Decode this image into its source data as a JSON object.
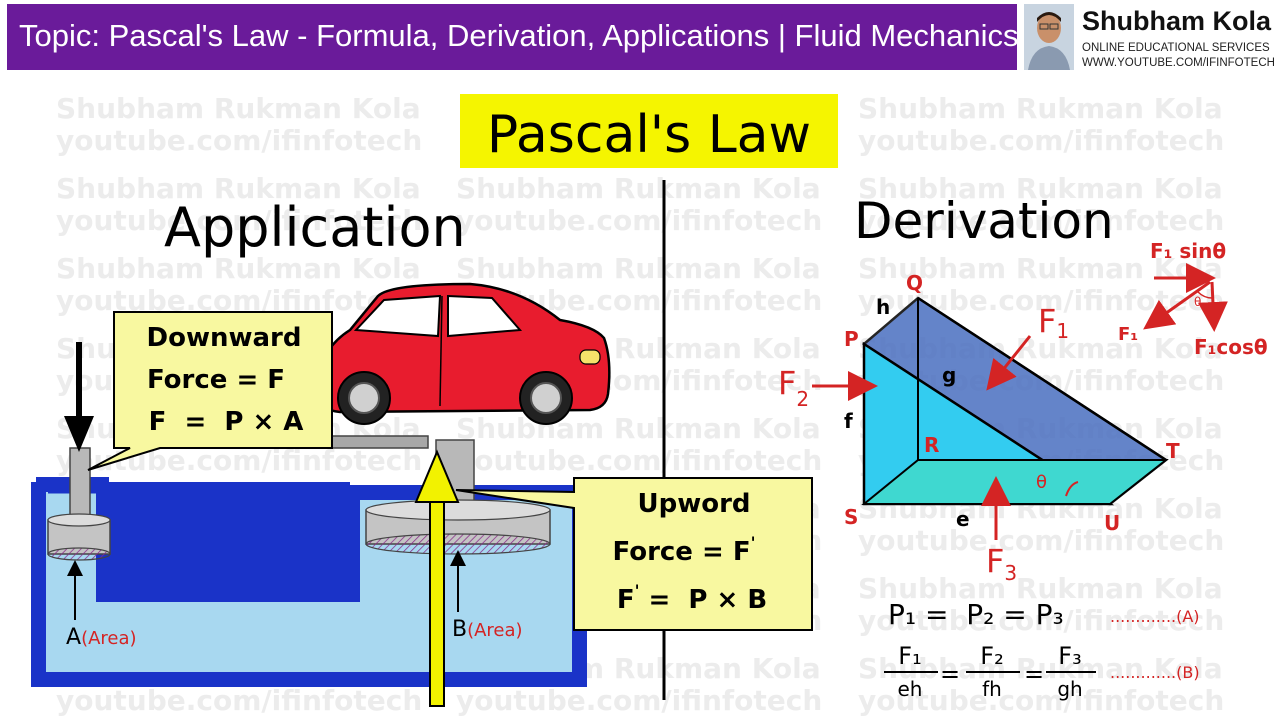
{
  "header": {
    "title": "Topic: Pascal's Law - Formula, Derivation, Applications | Fluid Mechanics",
    "brand_name": "Shubham Kola",
    "brand_tagline": "ONLINE EDUCATIONAL SERVICES",
    "brand_url": "WWW.YOUTUBE.COM/IFINFOTECH"
  },
  "watermark": {
    "line1": "Shubham Rukman Kola",
    "line2": "youtube.com/ifinfotech"
  },
  "main_title": "Pascal's Law",
  "application": {
    "heading": "Application",
    "downward_box": {
      "line1": "Downward",
      "line2": "Force = F",
      "line3": "F  =  P × A"
    },
    "upward_box": {
      "line1": "Upword",
      "line2": "Force = F",
      "line2_sup": "'",
      "line3_pre": "F",
      "line3_sup": "'",
      "line3_post": " =  P × B"
    },
    "label_A": "A",
    "label_A_note": "(Area)",
    "label_B": "B",
    "label_B_note": "(Area)"
  },
  "derivation": {
    "heading": "Derivation",
    "vertices": {
      "P": "P",
      "Q": "Q",
      "R": "R",
      "S": "S",
      "T": "T",
      "U": "U"
    },
    "edges": {
      "h": "h",
      "g": "g",
      "f": "f",
      "e": "e"
    },
    "theta": "θ",
    "forces": {
      "F1": "F",
      "F1_sub": "1",
      "F2": "F",
      "F2_sub": "2",
      "F3": "F",
      "F3_sub": "3"
    },
    "component_labels": {
      "sin": "F₁ sinθ",
      "cos": "F₁cosθ",
      "f1": "F₁",
      "theta": "θ"
    },
    "equations": {
      "eq1": "P₁ =  P₂ = P₃",
      "eq1_tag": ".............(A)",
      "frac1_num": "F₁",
      "frac1_den": "eh",
      "frac2_num": "F₂",
      "frac2_den": "fh",
      "frac3_num": "F₃",
      "frac3_den": "gh",
      "eq_sign": "=",
      "eq2_tag": ".............(B)"
    }
  },
  "colors": {
    "header_bg": "#6a1b9a",
    "title_bg": "#f5f500",
    "callout_bg": "#f8f8a0",
    "fluid": "#a8d8f0",
    "container": "#1a33c8",
    "car": "#e81c2e",
    "arrow_up": "#f2f200",
    "prism_front": "#33ccf0",
    "prism_top": "#4a6fc0",
    "label_red": "#d42424"
  }
}
